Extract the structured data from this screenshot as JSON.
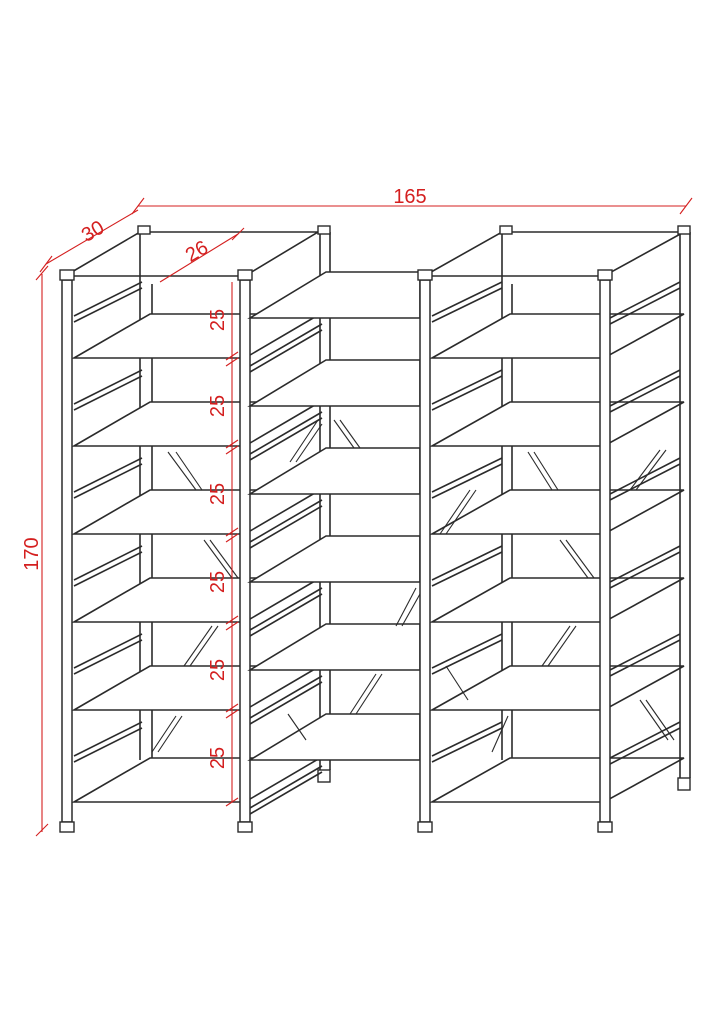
{
  "dimensions": {
    "width": "165",
    "depth_outer": "30",
    "depth_inner": "26",
    "height": "170",
    "shelf_spacing": [
      "25",
      "25",
      "25",
      "25",
      "25",
      "25"
    ]
  },
  "colors": {
    "dimension_lines": "#d41f1f",
    "drawing_lines": "#2b2b2b",
    "background": "#ffffff"
  }
}
